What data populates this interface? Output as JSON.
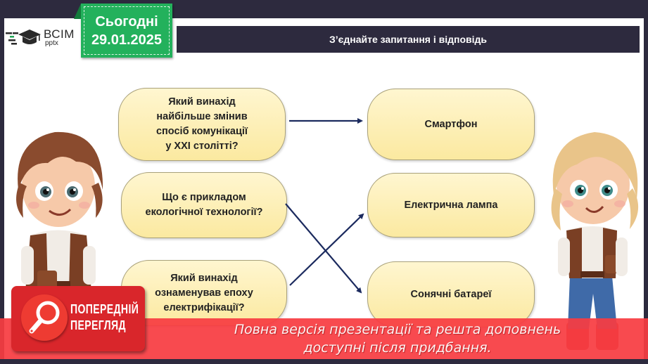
{
  "header": {
    "logo": {
      "main": "ВСІМ",
      "sub": "pptx"
    },
    "date_badge": {
      "label": "Сьогодні",
      "date": "29.01.2025"
    },
    "title": "З’єднайте запитання і відповідь"
  },
  "questions": [
    {
      "text": "Який винахід найбільше змінив спосіб комунікації у ХХІ столітті?",
      "lines": [
        "Який винахід",
        "найбільше змінив",
        "спосіб комунікації",
        "у ХХІ столітті?"
      ]
    },
    {
      "text": "Що є прикладом екологічної технології?",
      "lines": [
        "Що є прикладом",
        "екологічної технології?"
      ]
    },
    {
      "text": "Який винахід ознаменував епоху електрифікації?",
      "lines": [
        "Який винахід",
        "ознаменував епоху",
        "електрифікації?"
      ]
    }
  ],
  "answers": [
    {
      "text": "Смартфон"
    },
    {
      "text": "Електрична лампа"
    },
    {
      "text": "Сонячні батареї"
    }
  ],
  "connections": [
    {
      "from": 0,
      "to": 0
    },
    {
      "from": 1,
      "to": 2
    },
    {
      "from": 2,
      "to": 1
    }
  ],
  "preview_badge": {
    "line1": "ПОПЕРЕДНІЙ",
    "line2": "ПЕРЕГЛЯД",
    "icon": "magnifier-icon"
  },
  "promo": {
    "line1": "Повна версія презентації та решта доповнень",
    "line2": "доступні після придбання."
  },
  "colors": {
    "frame": "#2d2a3e",
    "date_badge": "#23b15c",
    "pill_fill": "#fbe9a0",
    "arrow": "#1b2a5e",
    "promo_bar": "#f83c42",
    "preview_badge": "#d9262b"
  }
}
